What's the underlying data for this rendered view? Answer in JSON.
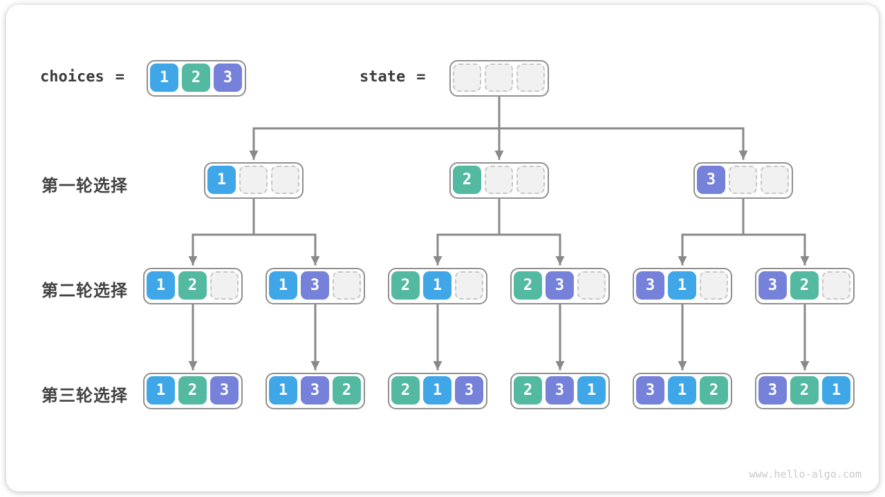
{
  "page": {
    "watermark": "www.hello-algo.com"
  },
  "colors": {
    "choice1_blue": "#3fa7e8",
    "choice2_teal": "#54b9a1",
    "choice3_purple": "#7681d9",
    "empty_fill": "#f1f1f1",
    "empty_border": "#c7c7c7",
    "node_border": "#8f8f8f",
    "connector": "#898989",
    "label_text": "#3b3b3b"
  },
  "header": {
    "choices_label": "choices",
    "eq": "=",
    "state_label": "state",
    "choices_cells": [
      "1",
      "2",
      "3"
    ],
    "state_cells": [
      "",
      "",
      ""
    ]
  },
  "levels": [
    {
      "label": "第一轮选择",
      "nodes": [
        [
          "1",
          "",
          ""
        ],
        [
          "2",
          "",
          ""
        ],
        [
          "3",
          "",
          ""
        ]
      ]
    },
    {
      "label": "第二轮选择",
      "nodes": [
        [
          "1",
          "2",
          ""
        ],
        [
          "1",
          "3",
          ""
        ],
        [
          "2",
          "1",
          ""
        ],
        [
          "2",
          "3",
          ""
        ],
        [
          "3",
          "1",
          ""
        ],
        [
          "3",
          "2",
          ""
        ]
      ]
    },
    {
      "label": "第三轮选择",
      "nodes": [
        [
          "1",
          "2",
          "3"
        ],
        [
          "1",
          "3",
          "2"
        ],
        [
          "2",
          "1",
          "3"
        ],
        [
          "2",
          "3",
          "1"
        ],
        [
          "3",
          "1",
          "2"
        ],
        [
          "3",
          "2",
          "1"
        ]
      ]
    }
  ]
}
